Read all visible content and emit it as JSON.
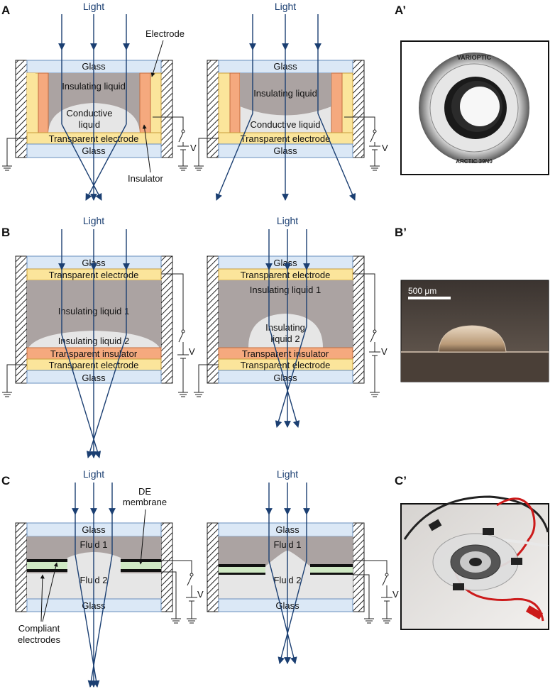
{
  "panels": {
    "A": "A",
    "A_prime": "A’",
    "B": "B",
    "B_prime": "B’",
    "C": "C",
    "C_prime": "C’"
  },
  "light": "Light",
  "labels": {
    "glass": "Glass",
    "electrode": "Electrode",
    "insulating_liquid": "Insulating liquid",
    "conductive_liquid_l1": "Conductive",
    "conductive_liquid_l2": "liquid",
    "conductive_liquid": "Conductive liquid",
    "transparent_electrode": "Transparent electrode",
    "insulator": "Insulator",
    "insulating_liquid_1": "Insulating liquid 1",
    "insulating_liquid_2": "Insulating liquid 2",
    "insulating_l1": "Insulating",
    "liquid_2": "liquid 2",
    "transparent_insulator": "Transparent insulator",
    "de_l1": "DE",
    "de_l2": "membrane",
    "fluid_1": "Fluid 1",
    "fluid_2": "Fluid 2",
    "compliant_l1": "Compliant",
    "compliant_l2": "electrodes",
    "voltage": "V"
  },
  "photos": {
    "a_ring_top": "VARIOPTIC",
    "a_ring_bottom": "ARCTIC 39N0",
    "b_scale": "500 μm"
  },
  "colors": {
    "glass": "#dbe8f6",
    "insulating": "#aba3a2",
    "conductive": "#e6e6e6",
    "electrode_yellow": "#fbe59b",
    "insulator_orange": "#f5a97e",
    "membrane_green": "#cfe8c4",
    "ray": "#1b3f72"
  }
}
